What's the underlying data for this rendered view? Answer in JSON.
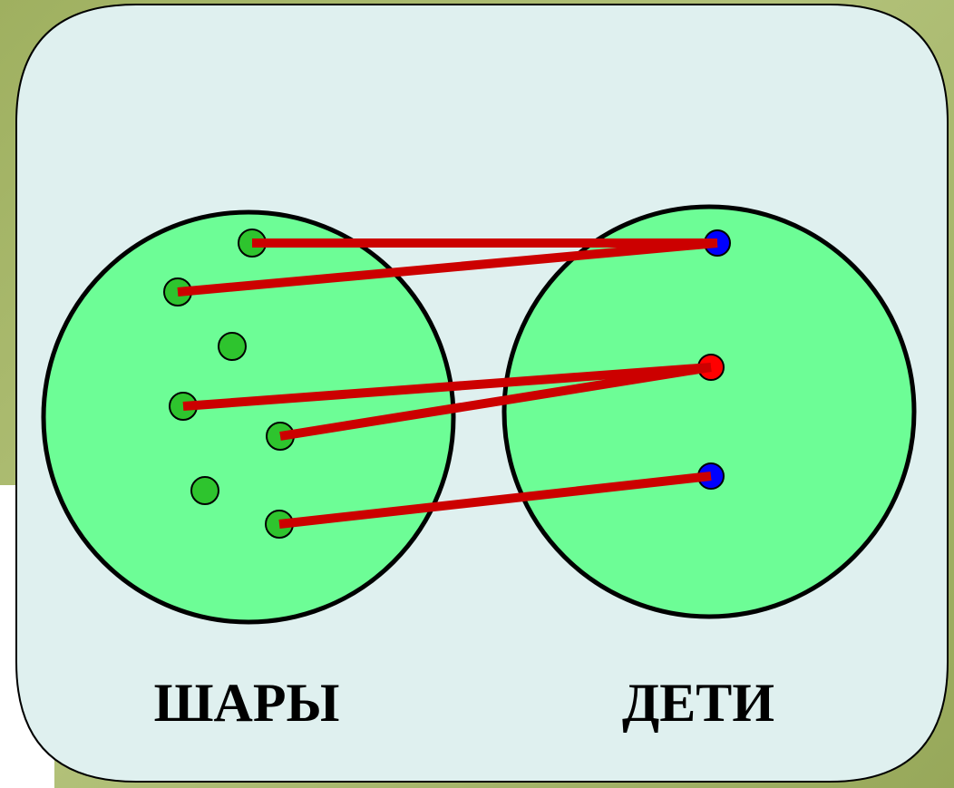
{
  "labels": {
    "left_set": "ШАРЫ",
    "right_set": "ДЕТИ"
  },
  "colors": {
    "page_background": "#a3b565",
    "panel_fill": "#dff0ef",
    "set_fill": "#6dfd96",
    "set_stroke": "#000000",
    "ball_dot": "#2ec42e",
    "child_dot_blue": "#0000ff",
    "child_dot_red": "#ff0000",
    "mapping_line": "#cc0000"
  },
  "sets": {
    "balls": {
      "count": 7,
      "dot_color": "green"
    },
    "children": {
      "count": 3,
      "dot_colors": [
        "blue",
        "red",
        "blue"
      ]
    }
  },
  "mapping": [
    {
      "ball": 1,
      "child": 1
    },
    {
      "ball": 2,
      "child": 1
    },
    {
      "ball": 4,
      "child": 2
    },
    {
      "ball": 5,
      "child": 2
    },
    {
      "ball": 7,
      "child": 3
    }
  ],
  "unmapped_balls": [
    3,
    6
  ]
}
